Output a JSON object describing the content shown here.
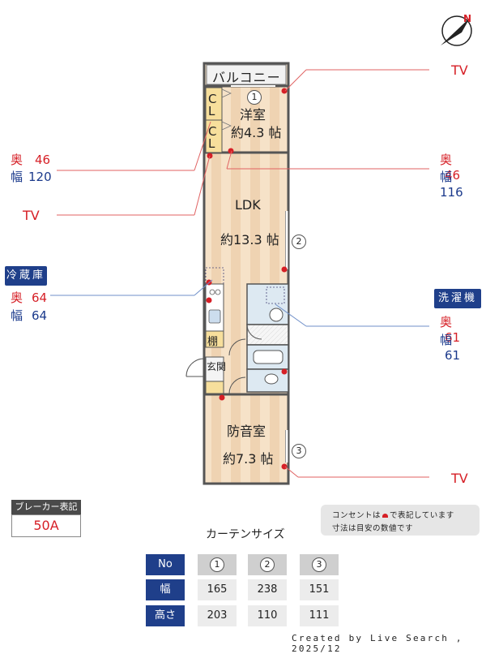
{
  "balcony_label": "バルコニー",
  "rooms": {
    "western": {
      "name": "洋室",
      "size": "約4.3 帖"
    },
    "ldk": {
      "name": "LDK",
      "size": "約13.3 帖"
    },
    "soundproof": {
      "name": "防音室",
      "size": "約7.3 帖"
    },
    "closet_c": "C",
    "closet_l": "L",
    "shelf": "棚",
    "entrance": "玄関"
  },
  "curtain_markers": [
    "1",
    "2",
    "3"
  ],
  "tv_label": "TV",
  "left_dims": {
    "depth_key": "奥",
    "depth_val": "46",
    "width_key": "幅",
    "width_val": "120"
  },
  "right_dims": {
    "depth_key": "奥",
    "depth_val": "46",
    "width_key": "幅",
    "width_val": "116"
  },
  "fridge": {
    "title": "冷蔵庫",
    "depth_key": "奥",
    "depth_val": "64",
    "width_key": "幅",
    "width_val": "64"
  },
  "washer": {
    "title": "洗濯機",
    "depth_key": "奥",
    "depth_val": "61",
    "width_key": "幅",
    "width_val": "61"
  },
  "breaker": {
    "title": "ブレーカー表記",
    "value": "50A"
  },
  "notes": {
    "line1_a": "コンセントは",
    "line1_b": "で表記しています",
    "line2": "寸法は目安の数値です"
  },
  "curtain_table": {
    "title": "カーテンサイズ",
    "head_label": "No",
    "numbers": [
      "1",
      "2",
      "3"
    ],
    "rows": [
      {
        "label": "幅",
        "values": [
          "165",
          "238",
          "151"
        ]
      },
      {
        "label": "高さ",
        "values": [
          "203",
          "110",
          "111"
        ]
      }
    ]
  },
  "credit": "Created by Live Search , 2025/12",
  "colors": {
    "accent_red": "#d61f26",
    "navy": "#1f3f8a",
    "floor": "#f3dcc0"
  }
}
